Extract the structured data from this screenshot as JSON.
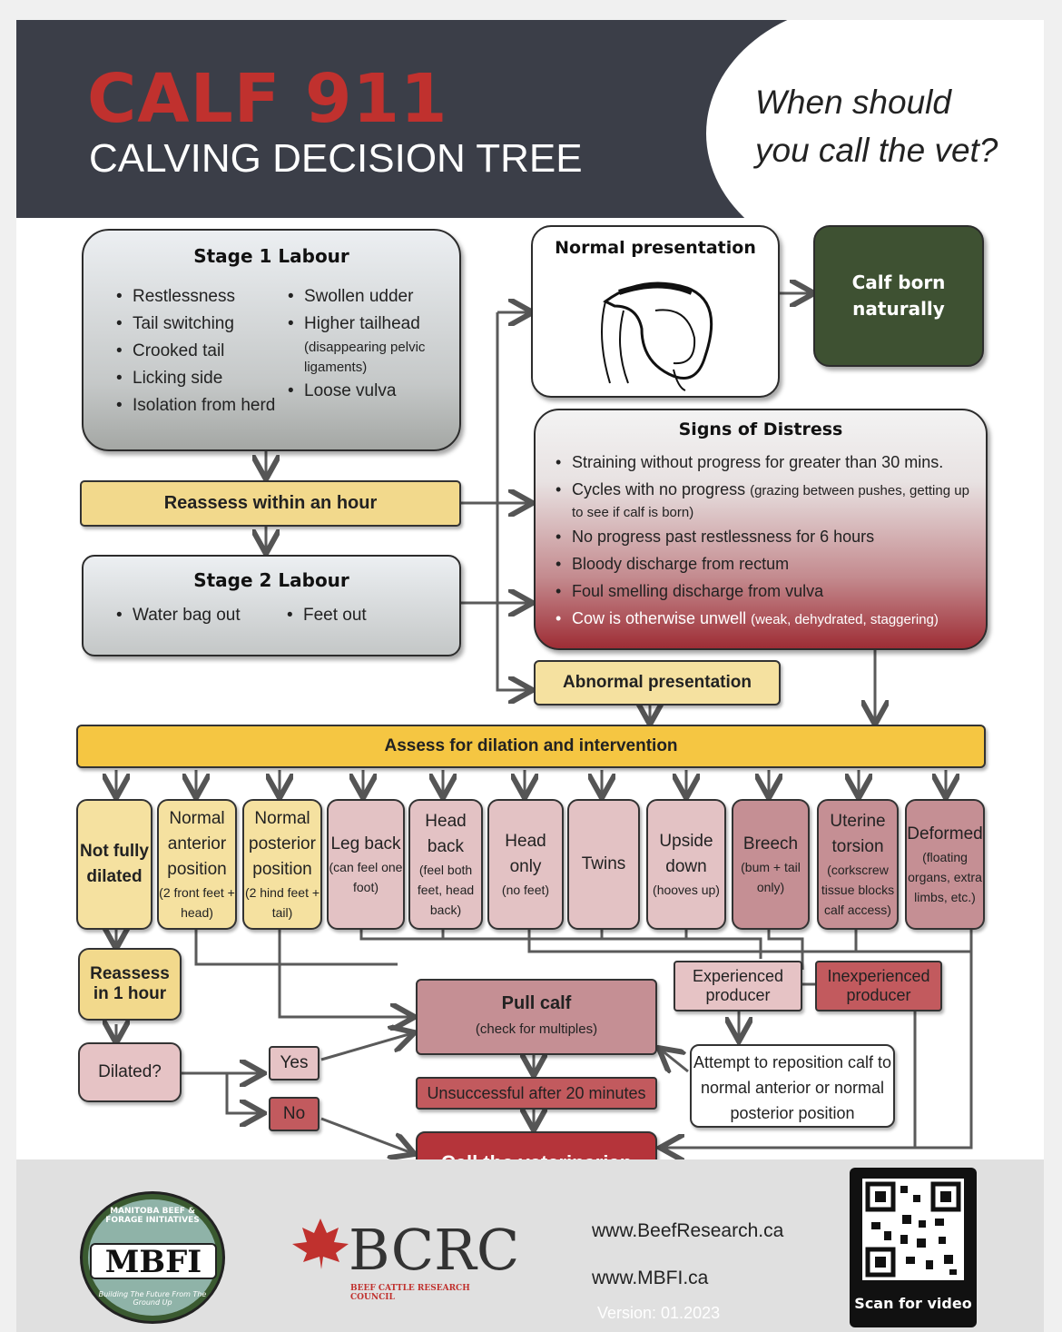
{
  "header": {
    "title": "CALF 911",
    "subtitle": "CALVING DECISION TREE",
    "question_line1": "When should",
    "question_line2": "you call the vet?"
  },
  "stage1": {
    "heading": "Stage 1 Labour",
    "left": [
      "Restlessness",
      "Tail switching",
      "Crooked tail",
      "Licking side",
      "Isolation from herd"
    ],
    "right_a": "Swollen udder",
    "right_b": "Higher tailhead",
    "right_b_note": "(disappearing pelvic ligaments)",
    "right_c": "Loose vulva"
  },
  "reassess_hour": "Reassess within an hour",
  "stage2": {
    "heading": "Stage 2 Labour",
    "items": [
      "Water bag out",
      "Feet out"
    ]
  },
  "normal_presentation": "Normal presentation",
  "calf_born": "Calf born naturally",
  "distress": {
    "heading": "Signs of Distress",
    "items": [
      {
        "text": "Straining without progress for greater than 30 mins.",
        "note": ""
      },
      {
        "text": "Cycles with no progress",
        "note": "(grazing between pushes, getting up to see if calf is born)"
      },
      {
        "text": "No progress past restlessness for 6 hours",
        "note": ""
      },
      {
        "text": "Bloody discharge from rectum",
        "note": ""
      },
      {
        "text": "Foul smelling discharge from vulva",
        "note": ""
      },
      {
        "text": "Cow is otherwise unwell",
        "note": "(weak, dehydrated, staggering)"
      }
    ]
  },
  "abnormal": "Abnormal presentation",
  "assess": "Assess for dilation and intervention",
  "categories": [
    {
      "title": "Not fully dilated",
      "note": ""
    },
    {
      "title": "Normal anterior position",
      "note": "(2 front feet + head)"
    },
    {
      "title": "Normal posterior position",
      "note": "(2 hind feet + tail)"
    },
    {
      "title": "Leg back",
      "note": "(can feel one foot)"
    },
    {
      "title": "Head back",
      "note": "(feel both feet, head back)"
    },
    {
      "title": "Head only",
      "note": "(no feet)"
    },
    {
      "title": "Twins",
      "note": ""
    },
    {
      "title": "Upside down",
      "note": "(hooves up)"
    },
    {
      "title": "Breech",
      "note": "(bum + tail only)"
    },
    {
      "title": "Uterine torsion",
      "note": "(corkscrew tissue blocks calf access)"
    },
    {
      "title": "Deformed",
      "note": "(floating organs, extra limbs, etc.)"
    }
  ],
  "reassess_1h": "Reassess in 1 hour",
  "dilated_q": "Dilated?",
  "yes": "Yes",
  "no": "No",
  "pull_calf": {
    "title": "Pull calf",
    "note": "(check for multiples)"
  },
  "unsuccessful": "Unsuccessful after 20 minutes",
  "call_vet": "Call the veterinarian",
  "experienced": "Experienced producer",
  "inexperienced": "Inexperienced producer",
  "reposition": "Attempt to reposition calf to normal anterior or normal posterior position",
  "footer": {
    "mbfi_logo": "MBFI",
    "mbfi_ring": "MANITOBA BEEF & FORAGE INITIATIVES",
    "mbfi_tag": "Building The Future From The Ground Up",
    "bcrc_logo": "BCRC",
    "bcrc_sub": "BEEF CATTLE RESEARCH COUNCIL",
    "url1": "www.BeefResearch.ca",
    "url2": "www.MBFI.ca",
    "version": "Version: 01.2023",
    "scan": "Scan for video"
  },
  "colors": {
    "header_bg": "#3b3e48",
    "title_red": "#c0312e",
    "green": "#3e5132",
    "yellow": "#f5c642",
    "pale_yellow": "#f5e1a0",
    "pink": "#e3c2c4",
    "rose": "#c58f94",
    "red": "#b5343a"
  }
}
